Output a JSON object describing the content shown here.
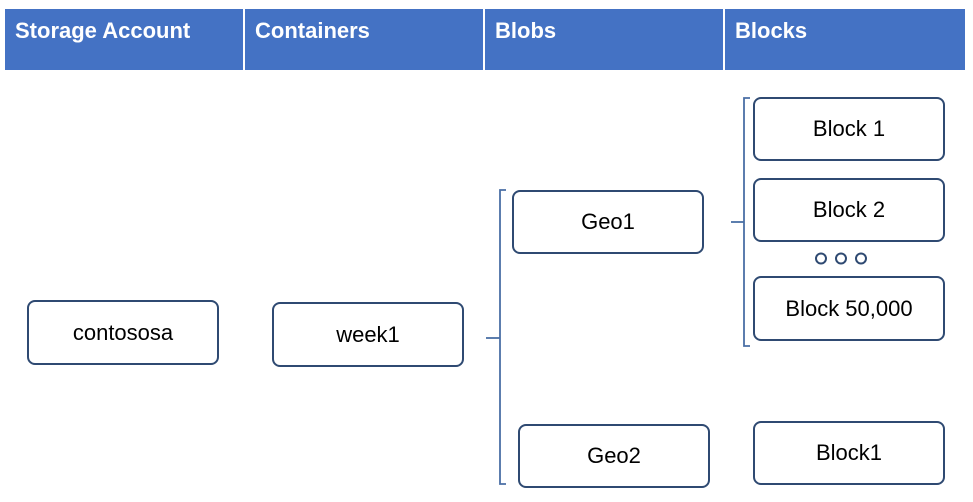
{
  "headers": [
    "Storage Account",
    "Containers",
    "Blobs",
    "Blocks"
  ],
  "storage_account": "contososa",
  "container": "week1",
  "blobs": {
    "geo1": "Geo1",
    "geo2": "Geo2"
  },
  "blocks": {
    "geo1": [
      "Block 1",
      "Block 2",
      "Block 50,000"
    ],
    "geo2": [
      "Block1"
    ]
  },
  "ellipsis_icon": "three-circles-ellipsis",
  "colors": {
    "header_bg": "#4472c4",
    "header_text": "#ffffff",
    "box_border": "#2f4a72",
    "connector": "#4a6fa5"
  }
}
